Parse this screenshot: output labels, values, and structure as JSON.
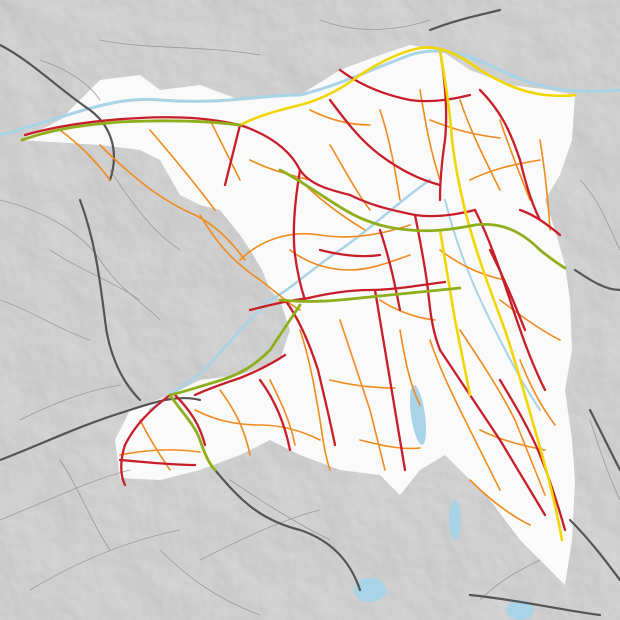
{
  "map": {
    "layers": [
      {
        "key": "surroundings",
        "color": "#c9c9c9"
      },
      {
        "key": "canton_area",
        "color": "#fafafa"
      },
      {
        "key": "water",
        "color": "#a9d3e6"
      },
      {
        "key": "local_roads",
        "color": "#9a9a9a"
      },
      {
        "key": "highways_outside",
        "color": "#555555"
      },
      {
        "key": "orange_network",
        "color": "#f08a1c"
      },
      {
        "key": "red_network",
        "color": "#c81e2a"
      },
      {
        "key": "yellow_network",
        "color": "#f2d600"
      },
      {
        "key": "green_network",
        "color": "#8fae1b"
      }
    ]
  }
}
